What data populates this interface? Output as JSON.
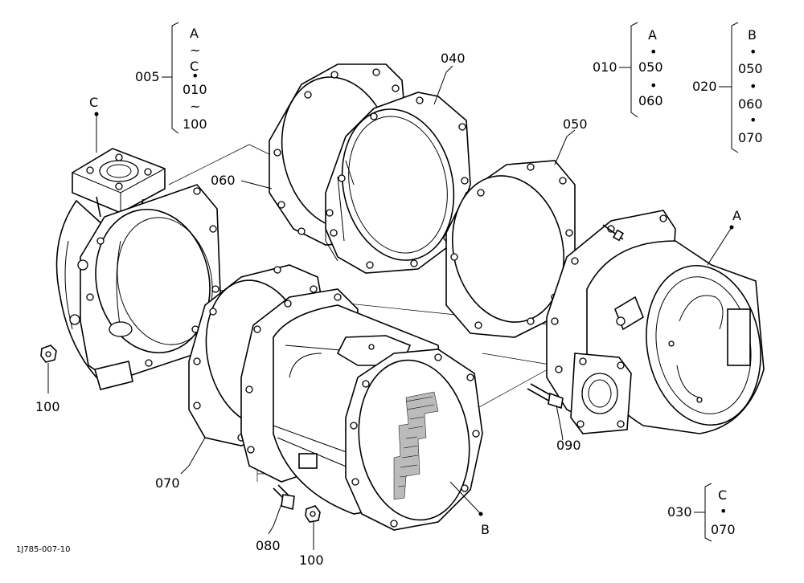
{
  "drawing_id": "1J785-007-10",
  "callouts": {
    "p005": "005",
    "p010": "010",
    "p020": "020",
    "p030": "030",
    "p040": "040",
    "p050": "050",
    "p060": "060",
    "p070": "070",
    "p080": "080",
    "p090": "090",
    "p100a": "100",
    "p100b": "100"
  },
  "assemblies": {
    "A": "A",
    "B": "B",
    "C": "C"
  },
  "groups": {
    "g005": [
      "A",
      "~",
      "C",
      "•",
      "010",
      "~",
      "100"
    ],
    "g010": [
      "A",
      "•",
      "050",
      "•",
      "060"
    ],
    "g020": [
      "B",
      "•",
      "050",
      "•",
      "060",
      "•",
      "070"
    ],
    "g030": [
      "C",
      "•",
      "070"
    ]
  }
}
